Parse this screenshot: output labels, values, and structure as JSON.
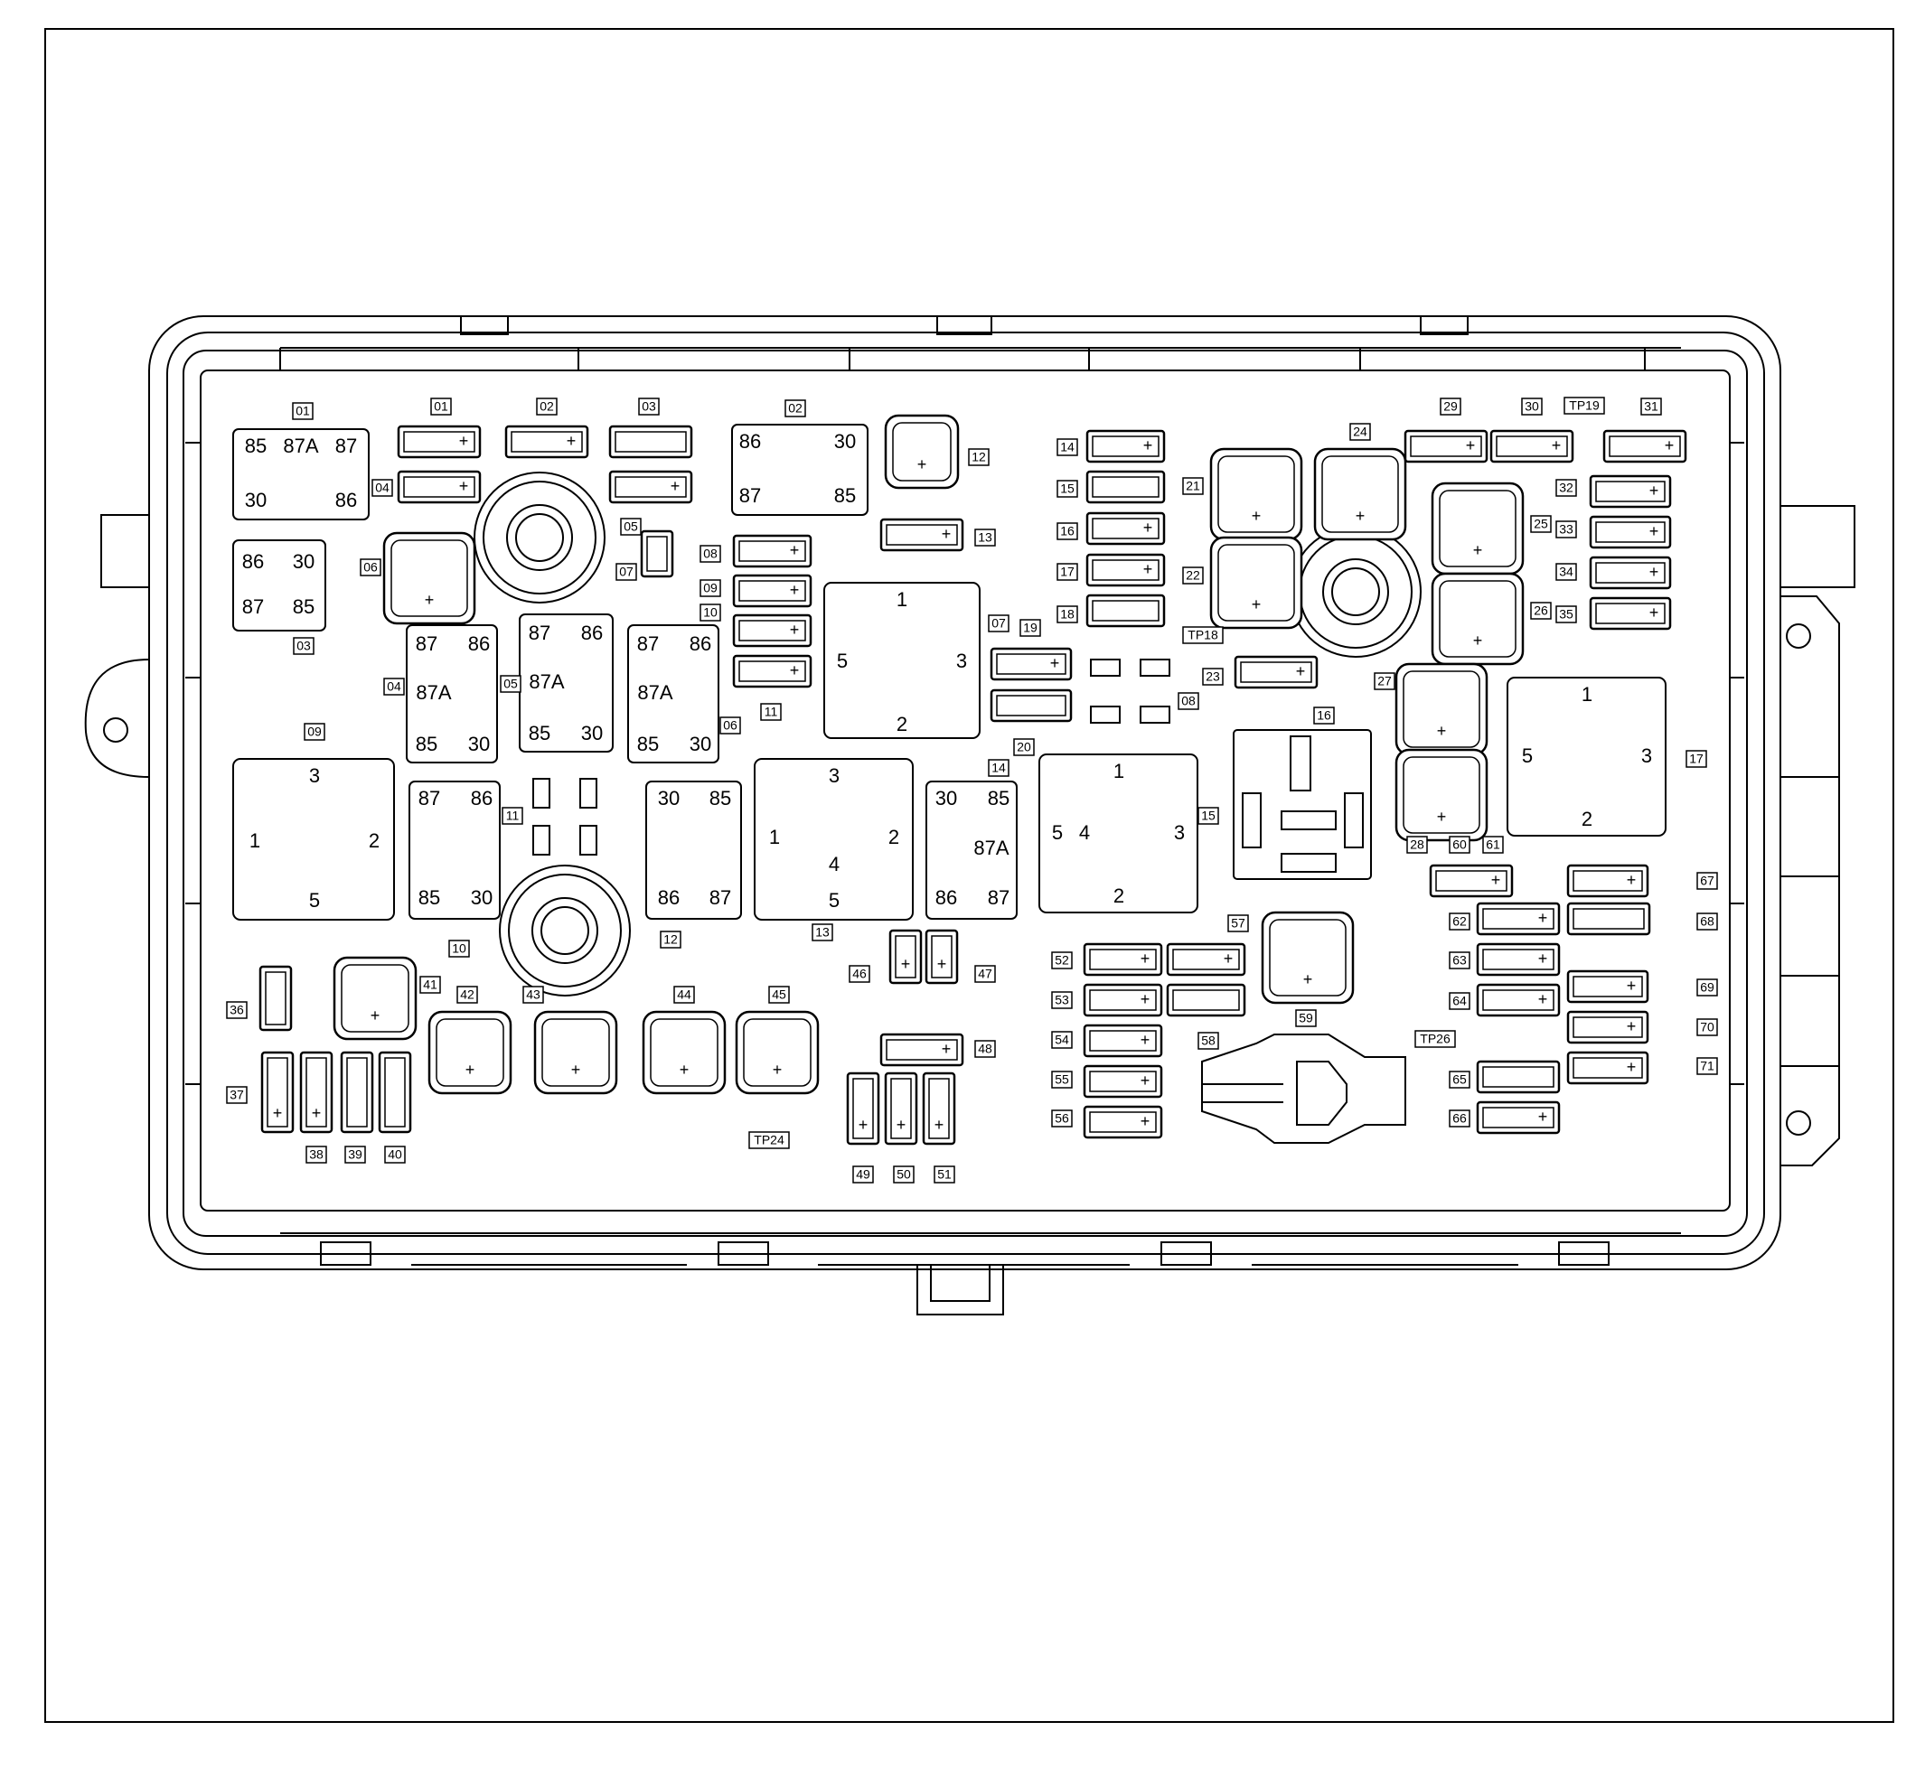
{
  "relays_mini": [
    {
      "id": "01",
      "pins": [
        "85",
        "87A",
        "87",
        "30",
        "86"
      ]
    },
    {
      "id": "02",
      "pins": [
        "86",
        "30",
        "87",
        "85"
      ]
    },
    {
      "id": "03",
      "pins": [
        "86",
        "30",
        "87",
        "85"
      ]
    },
    {
      "id": "04",
      "pins": [
        "87",
        "86",
        "87A",
        "85",
        "30"
      ]
    },
    {
      "id": "05",
      "pins": [
        "87",
        "86",
        "87A",
        "85",
        "30"
      ]
    },
    {
      "id": "06",
      "pins": [
        "87",
        "86",
        "87A",
        "85",
        "30"
      ]
    },
    {
      "id": "10",
      "pins": [
        "87",
        "86",
        "85",
        "30"
      ]
    },
    {
      "id": "12",
      "pins": [
        "30",
        "85",
        "86",
        "87"
      ]
    },
    {
      "id": "14",
      "pins": [
        "30",
        "85",
        "87A",
        "86",
        "87"
      ]
    }
  ],
  "relays_micro": [
    {
      "id": "07",
      "pins": [
        "1",
        "5",
        "3",
        "2"
      ]
    },
    {
      "id": "09",
      "pins": [
        "3",
        "1",
        "2",
        "5"
      ]
    },
    {
      "id": "13",
      "pins": [
        "3",
        "1",
        "2",
        "4",
        "5"
      ]
    },
    {
      "id": "15",
      "pins": [
        "1",
        "5",
        "4",
        "3",
        "2"
      ]
    },
    {
      "id": "17",
      "pins": [
        "1",
        "5",
        "3",
        "2"
      ]
    }
  ],
  "fuse_labels": [
    "01",
    "02",
    "03",
    "04",
    "05",
    "06",
    "07",
    "08",
    "09",
    "10",
    "11",
    "12",
    "13",
    "14",
    "15",
    "16",
    "17",
    "18",
    "19",
    "20",
    "21",
    "22",
    "23",
    "24",
    "25",
    "26",
    "27",
    "28",
    "29",
    "30",
    "31",
    "32",
    "33",
    "34",
    "35",
    "36",
    "37",
    "38",
    "39",
    "40",
    "41",
    "42",
    "43",
    "44",
    "45",
    "46",
    "47",
    "48",
    "49",
    "50",
    "51",
    "52",
    "53",
    "54",
    "55",
    "56",
    "57",
    "58",
    "59",
    "60",
    "61",
    "62",
    "63",
    "64",
    "65",
    "66",
    "67",
    "68",
    "69",
    "70",
    "71"
  ],
  "test_points": [
    "TP18",
    "TP19",
    "TP24",
    "TP26"
  ],
  "plus_glyph": "+"
}
